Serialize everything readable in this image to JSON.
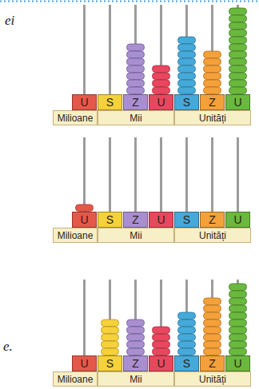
{
  "diagram": {
    "nodes": [
      {
        "text": [
          "U"
        ]
      },
      {
        "text": [
          "S"
        ]
      },
      {
        "text": [
          "Z"
        ]
      },
      {
        "text": [
          "U"
        ]
      },
      {
        "text": [
          "S"
        ]
      },
      {
        "text": [
          "Z"
        ]
      },
      {
        "text": [
          "U"
        ]
      },
      {
        "text": [
          "Milioane"
        ]
      },
      {
        "text": [
          "Mii"
        ]
      },
      {
        "text": [
          "Unități"
        ]
      },
      {
        "text": [
          "U"
        ]
      },
      {
        "text": [
          "S"
        ]
      },
      {
        "text": [
          "Z"
        ]
      },
      {
        "text": [
          "U"
        ]
      },
      {
        "text": [
          "S"
        ]
      },
      {
        "text": [
          "Z"
        ]
      },
      {
        "text": [
          "U"
        ]
      },
      {
        "text": [
          "Milioane"
        ]
      },
      {
        "text": [
          "Mii"
        ]
      },
      {
        "text": [
          "Unități"
        ]
      },
      {
        "text": [
          "U"
        ]
      },
      {
        "text": [
          "S"
        ]
      },
      {
        "text": [
          "Z"
        ]
      },
      {
        "text": [
          "U"
        ]
      },
      {
        "text": [
          "S"
        ]
      },
      {
        "text": [
          "Z"
        ]
      },
      {
        "text": [
          "U"
        ]
      },
      {
        "text": [
          "Milioane"
        ]
      },
      {
        "text": [
          "Mii"
        ]
      },
      {
        "text": [
          "Unități"
        ]
      }
    ],
    "labels": [
      "ei",
      "e."
    ]
  }
}
